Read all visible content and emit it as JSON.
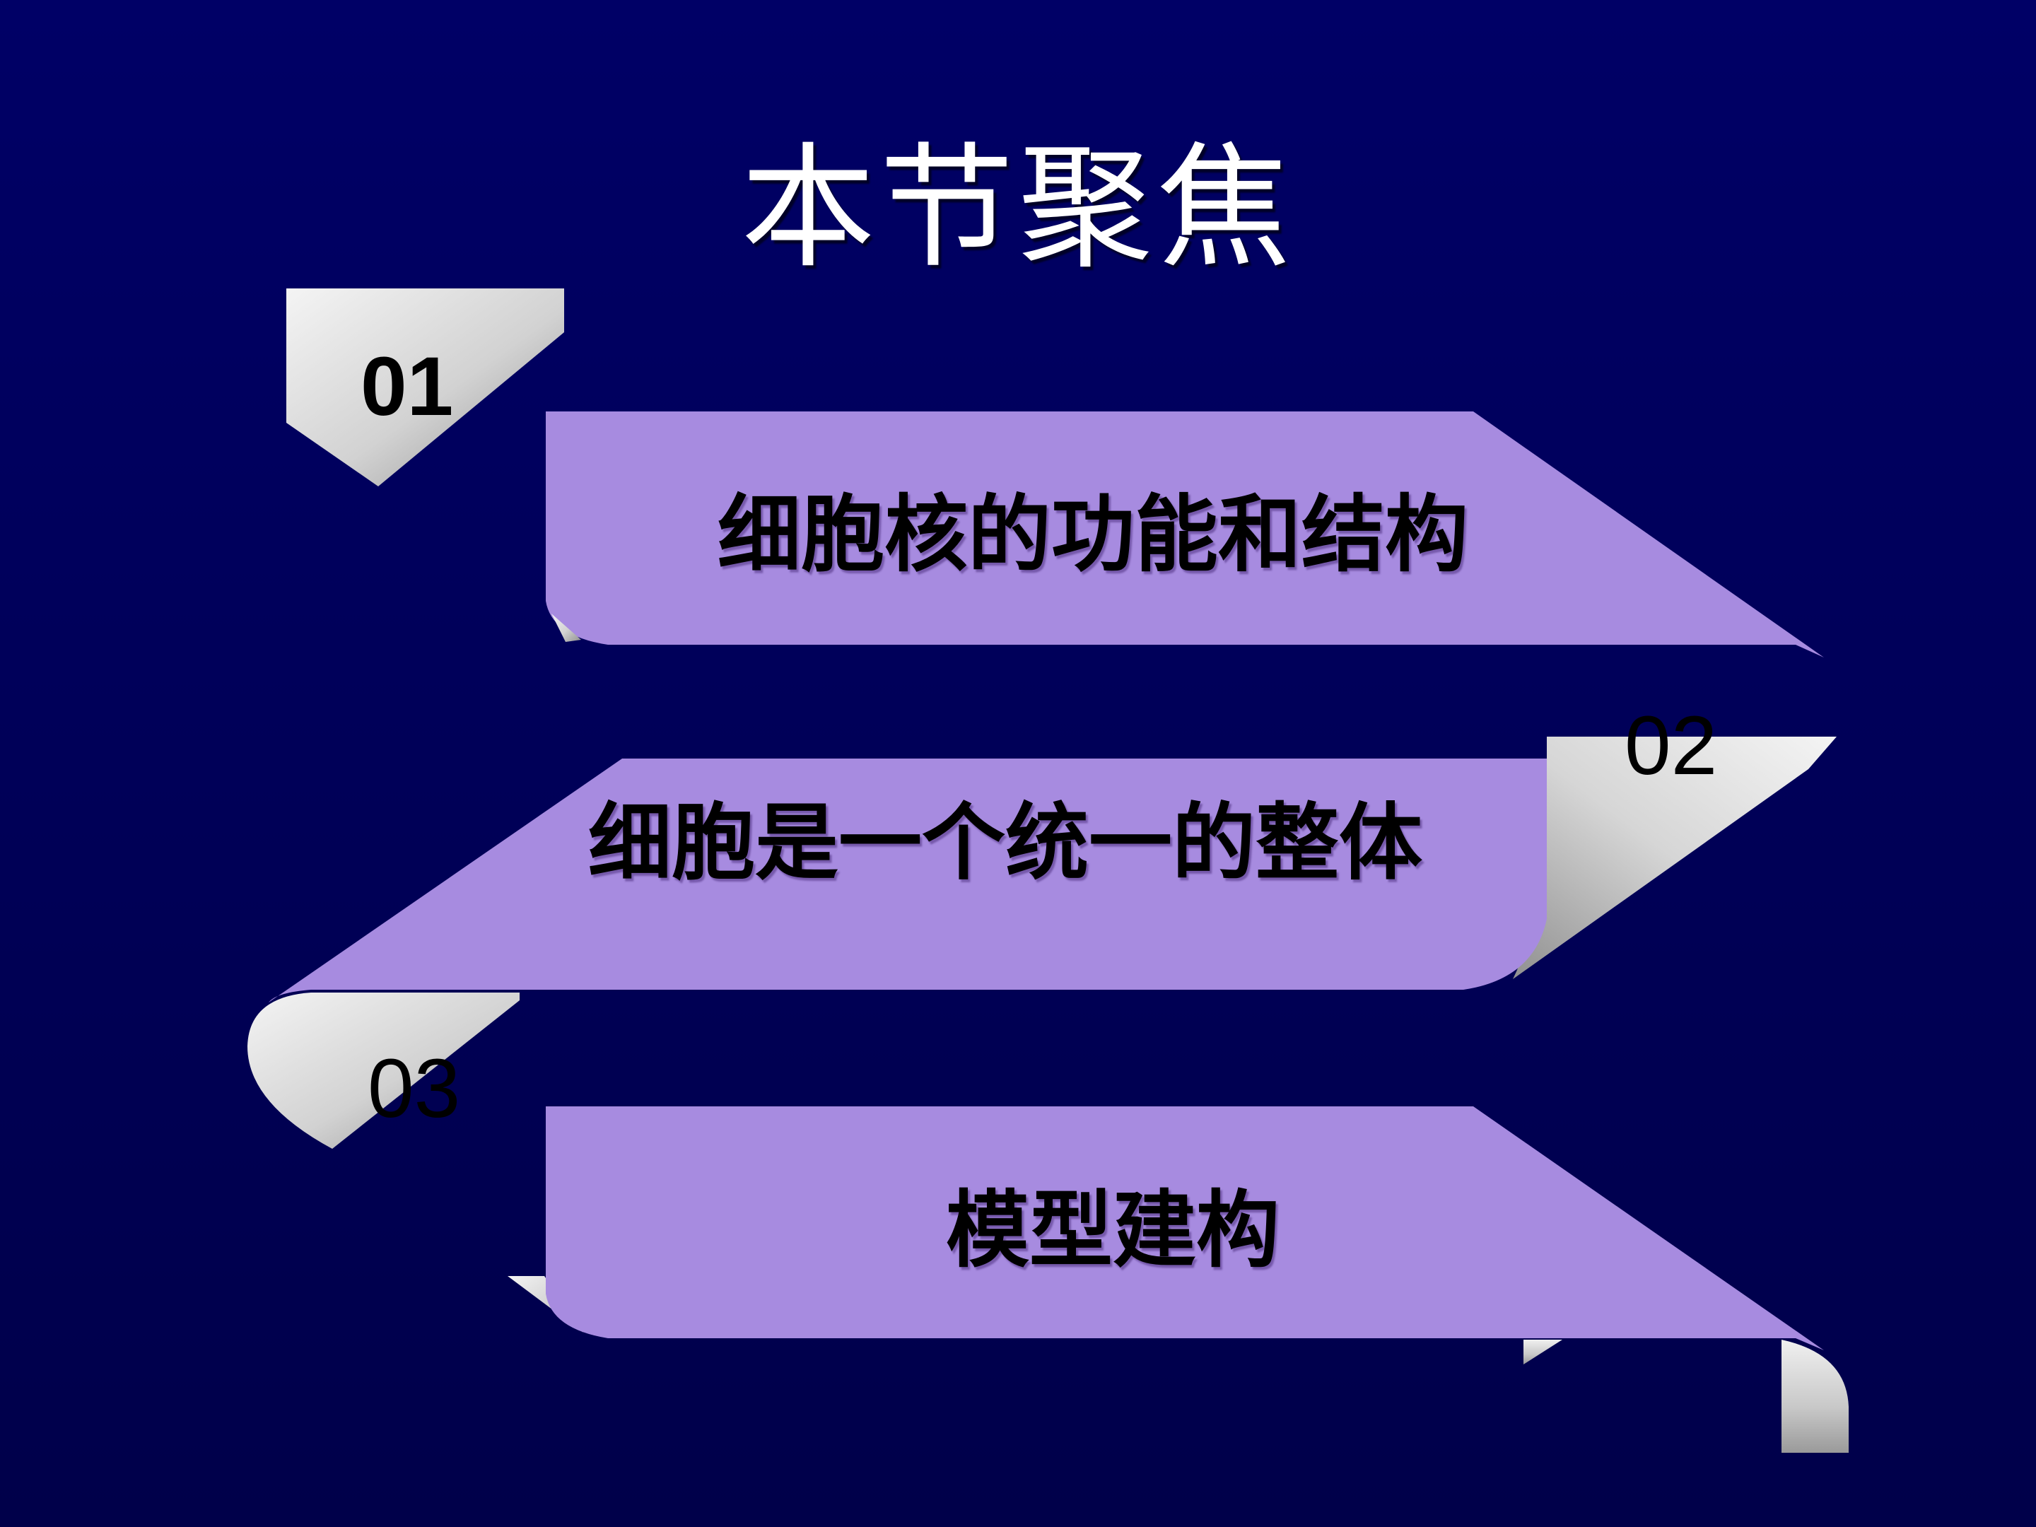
{
  "slide": {
    "title": "本节聚焦",
    "items": [
      {
        "number": "01",
        "label": "细胞核的功能和结构"
      },
      {
        "number": "02",
        "label": "细胞是一个统一的整体"
      },
      {
        "number": "03",
        "label": "模型建构"
      }
    ]
  },
  "colors": {
    "background": "#000066",
    "banner": "#a78be0",
    "tab": "#d9d9d9",
    "title_text": "#ffffff",
    "label_text": "#000000"
  }
}
